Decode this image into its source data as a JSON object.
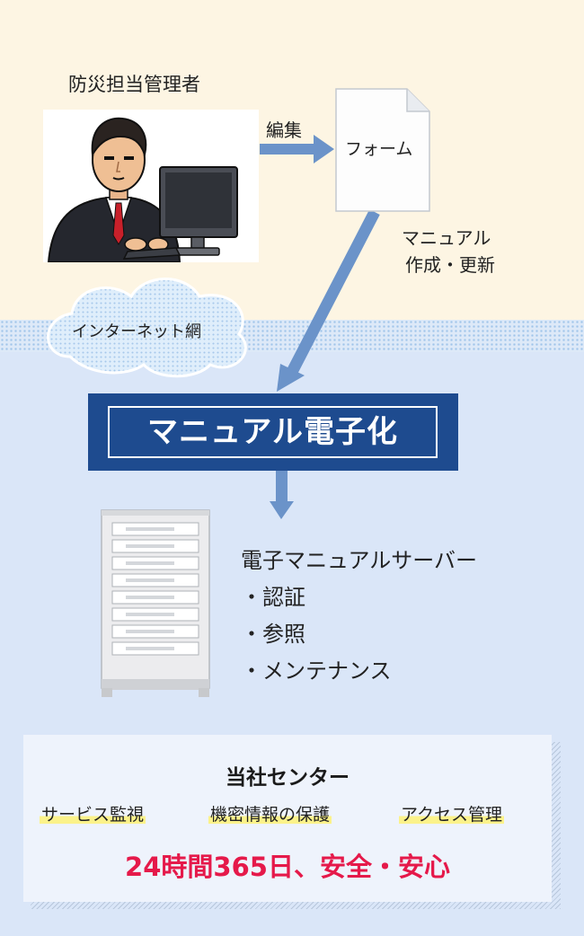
{
  "diagram": {
    "admin_label": "防災担当管理者",
    "edit_label": "編集",
    "form_label": "フォーム",
    "update_label_line1": "マニュアル",
    "update_label_line2": "作成・更新",
    "cloud_label": "インターネット網",
    "banner_label": "マニュアル電子化",
    "server": {
      "title": "電子マニュアルサーバー",
      "features": [
        "・認証",
        "・参照",
        "・メンテナンス"
      ]
    },
    "center": {
      "title": "当社センター",
      "services": [
        "サービス監視",
        "機密情報の保護",
        "アクセス管理"
      ],
      "slogan": "24時間365日、安全・安心"
    }
  },
  "colors": {
    "top_background": "#fdf5e3",
    "bottom_background": "#dae6f8",
    "arrow": "#6b93c9",
    "banner": "#1e4b8f",
    "slogan": "#e5194a",
    "highlight": "#fbf28a"
  },
  "icons": [
    "administrator-at-computer-illustration",
    "document-icon",
    "cloud-icon",
    "server-rack-icon"
  ]
}
